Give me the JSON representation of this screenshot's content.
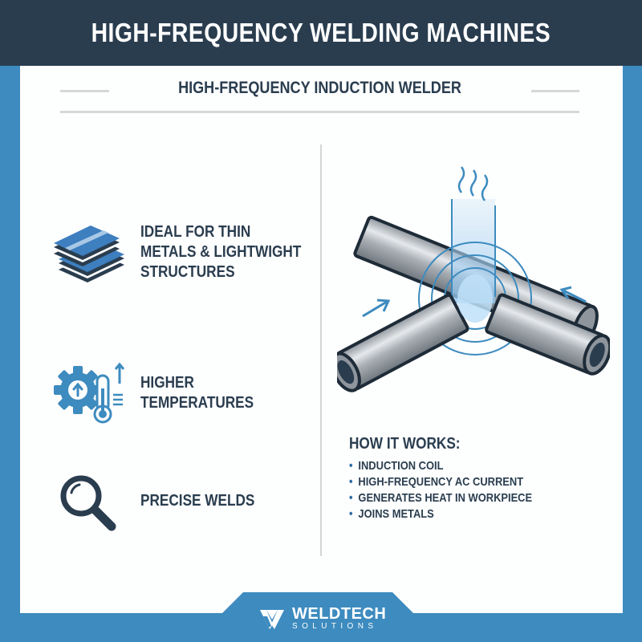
{
  "header": {
    "title": "HIGH-FREQUENCY WELDING MACHINES"
  },
  "subtitle": "HIGH-FREQUENCY INDUCTION WELDER",
  "features": [
    {
      "icon": "stacked-metal-sheets-icon",
      "lines": [
        "IDEAL FOR THIN",
        "METALS & LIGHTWIGHT",
        "STRUCTURES"
      ]
    },
    {
      "icon": "gear-thermometer-icon",
      "lines": [
        "HIGHER",
        "TEMPERATURES"
      ]
    },
    {
      "icon": "magnifying-glass-icon",
      "lines": [
        "PRECISE WELDS"
      ]
    }
  ],
  "how_it_works": {
    "title": "HOW IT WORKS:",
    "items": [
      "INDUCTION COIL",
      "HIGH-FREQUENCY AC CURRENT",
      "GENERATES HEAT IN WORKPIECE",
      "JOINS METALS"
    ]
  },
  "brand": {
    "name": "WELDTECH",
    "tagline": "SOLUTIONS"
  },
  "colors": {
    "header_bg": "#2a3d4f",
    "accent_blue": "#3d8bbf",
    "text_dark": "#2a3d4f",
    "panel_bg": "#fdfefe"
  }
}
